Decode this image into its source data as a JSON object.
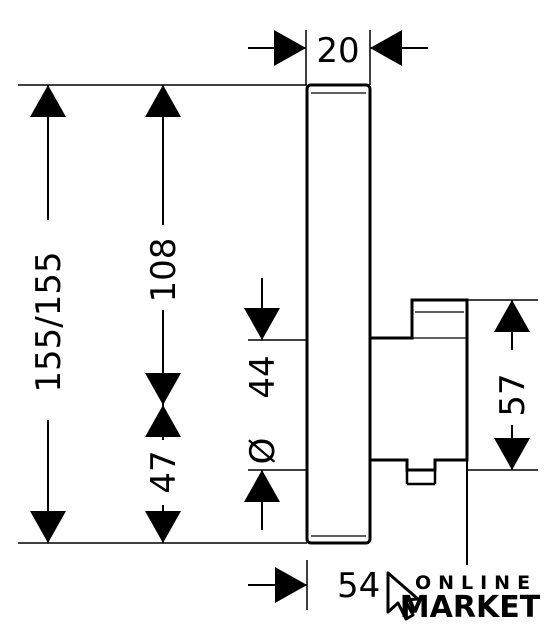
{
  "drawing": {
    "dimensions": {
      "top_width": "20",
      "total_height": "155/155",
      "upper_height": "108",
      "diameter_symbol": "Ø",
      "offset_44": "44",
      "offset_47": "47",
      "body_height": "57",
      "depth": "54"
    }
  },
  "watermark": {
    "line1": "ONLINE",
    "line2": "MARKET"
  }
}
